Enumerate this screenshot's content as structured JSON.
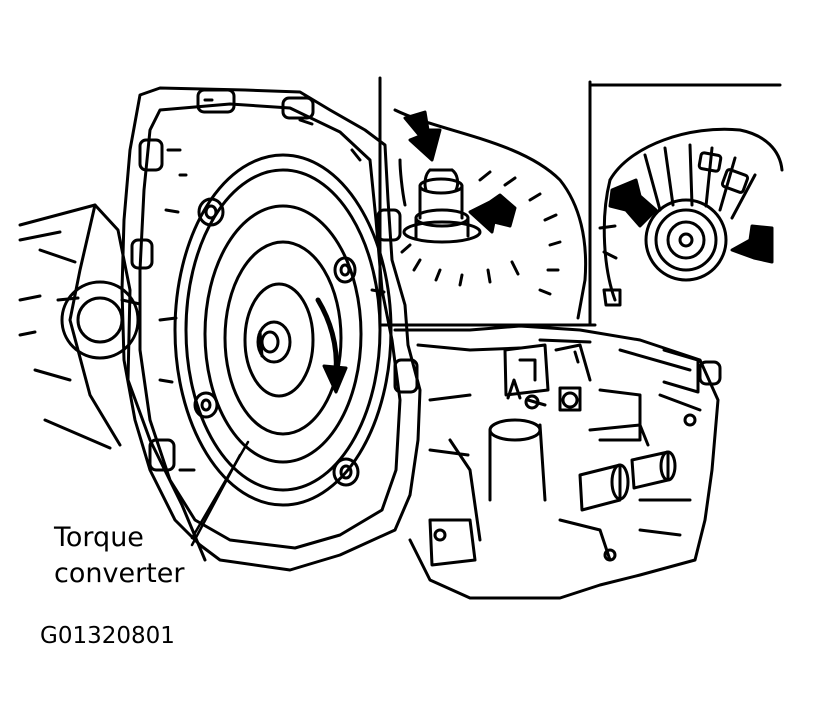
{
  "diagram": {
    "callout_line1": "Torque",
    "callout_line2": "converter",
    "figure_code": "G01320801"
  },
  "colors": {
    "ink": "#000000",
    "paper": "#ffffff"
  }
}
